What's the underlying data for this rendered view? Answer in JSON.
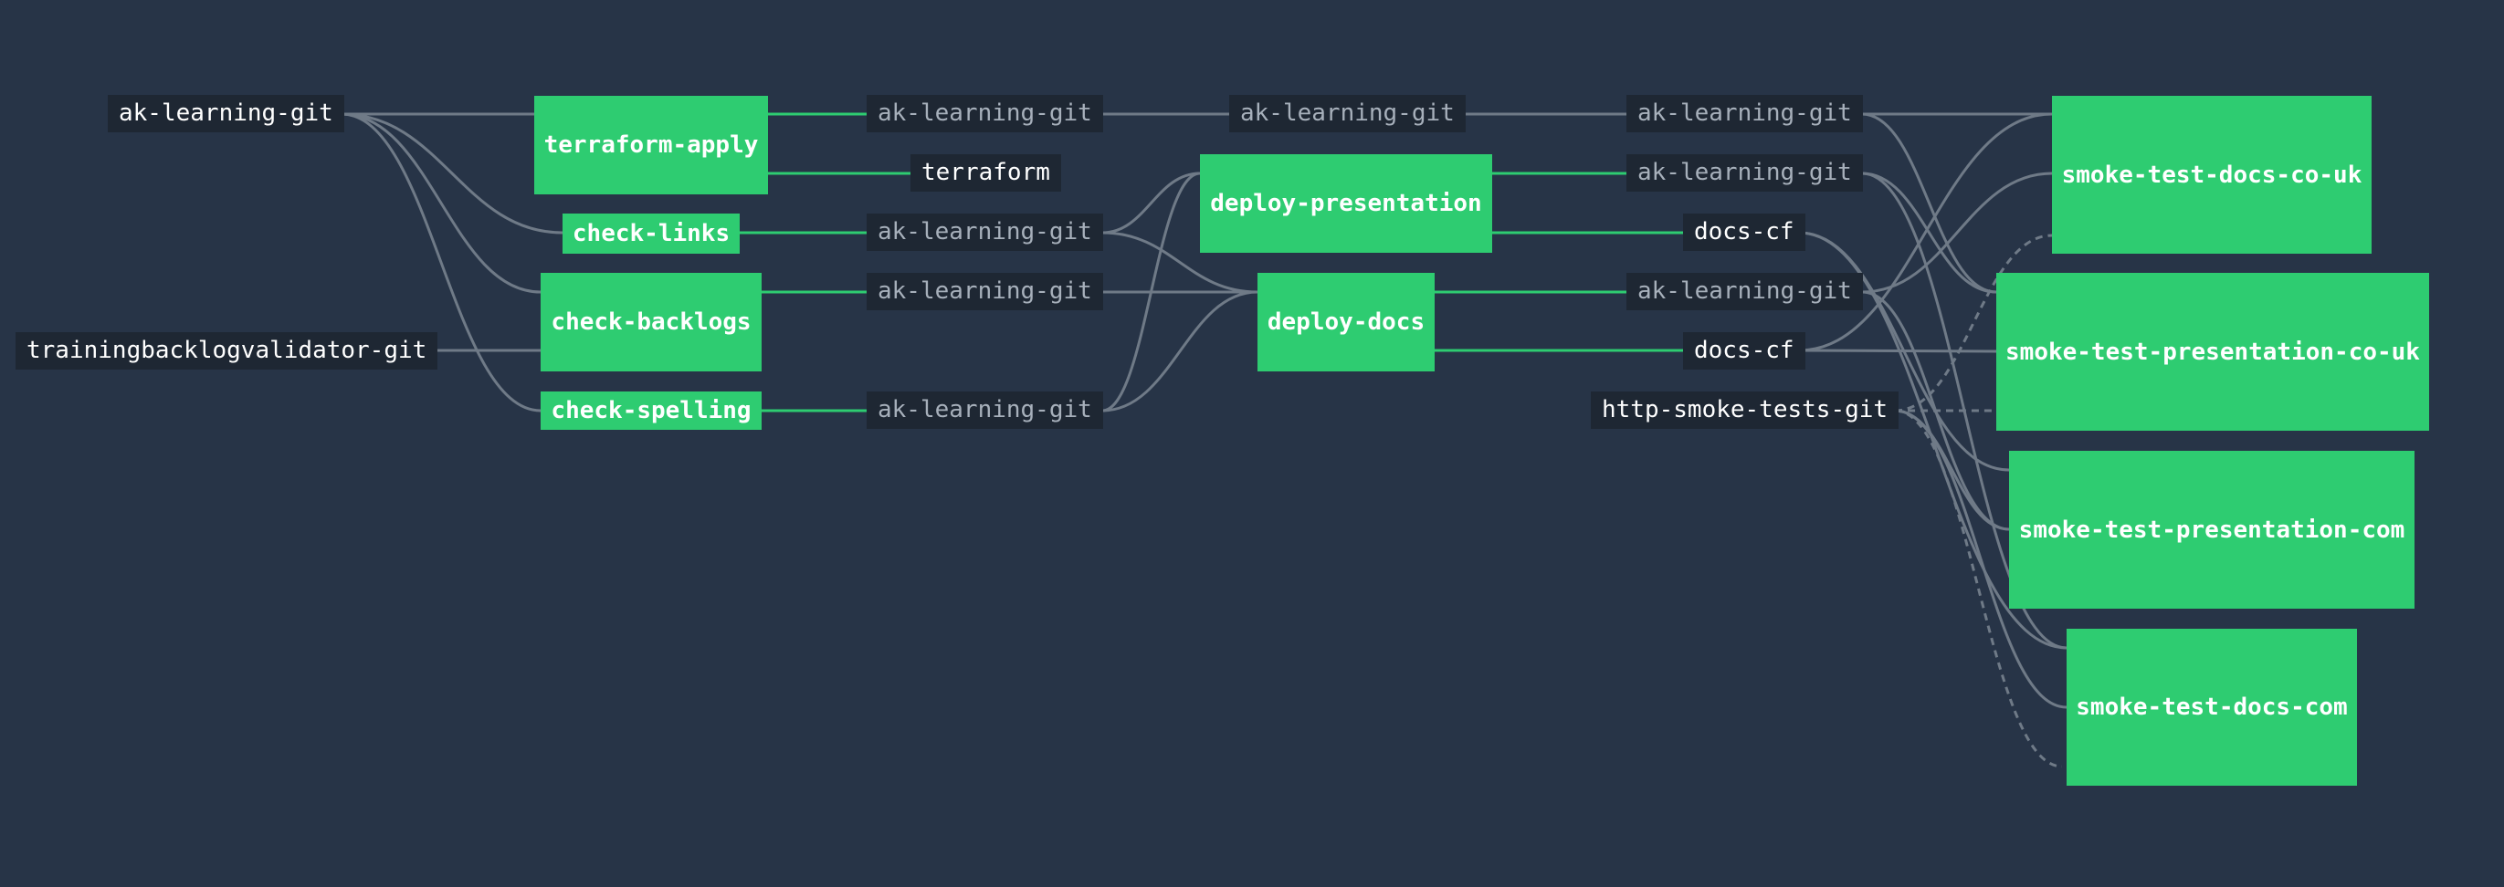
{
  "pipeline": {
    "colors": {
      "background": "#273447",
      "job_succeeded": "#2ecc71",
      "resource_bg": "#1e2733",
      "edge_default": "#6f7a87",
      "edge_output": "#2ecc71"
    },
    "inputs": {
      "ak_learning_git": "ak-learning-git",
      "trainingbacklogvalidator_git": "trainingbacklogvalidator-git",
      "http_smoke_tests_git": "http-smoke-tests-git"
    },
    "jobs": {
      "terraform_apply": "terraform-apply",
      "check_links": "check-links",
      "check_backlogs": "check-backlogs",
      "check_spelling": "check-spelling",
      "deploy_presentation": "deploy-presentation",
      "deploy_docs": "deploy-docs",
      "smoke_test_docs_co_uk": "smoke-test-docs-co-uk",
      "smoke_test_presentation_co_uk": "smoke-test-presentation-co-uk",
      "smoke_test_presentation_com": "smoke-test-presentation-com",
      "smoke_test_docs_com": "smoke-test-docs-com"
    },
    "resources": {
      "ak_learning_git": "ak-learning-git",
      "terraform": "terraform",
      "docs_cf": "docs-cf"
    }
  }
}
